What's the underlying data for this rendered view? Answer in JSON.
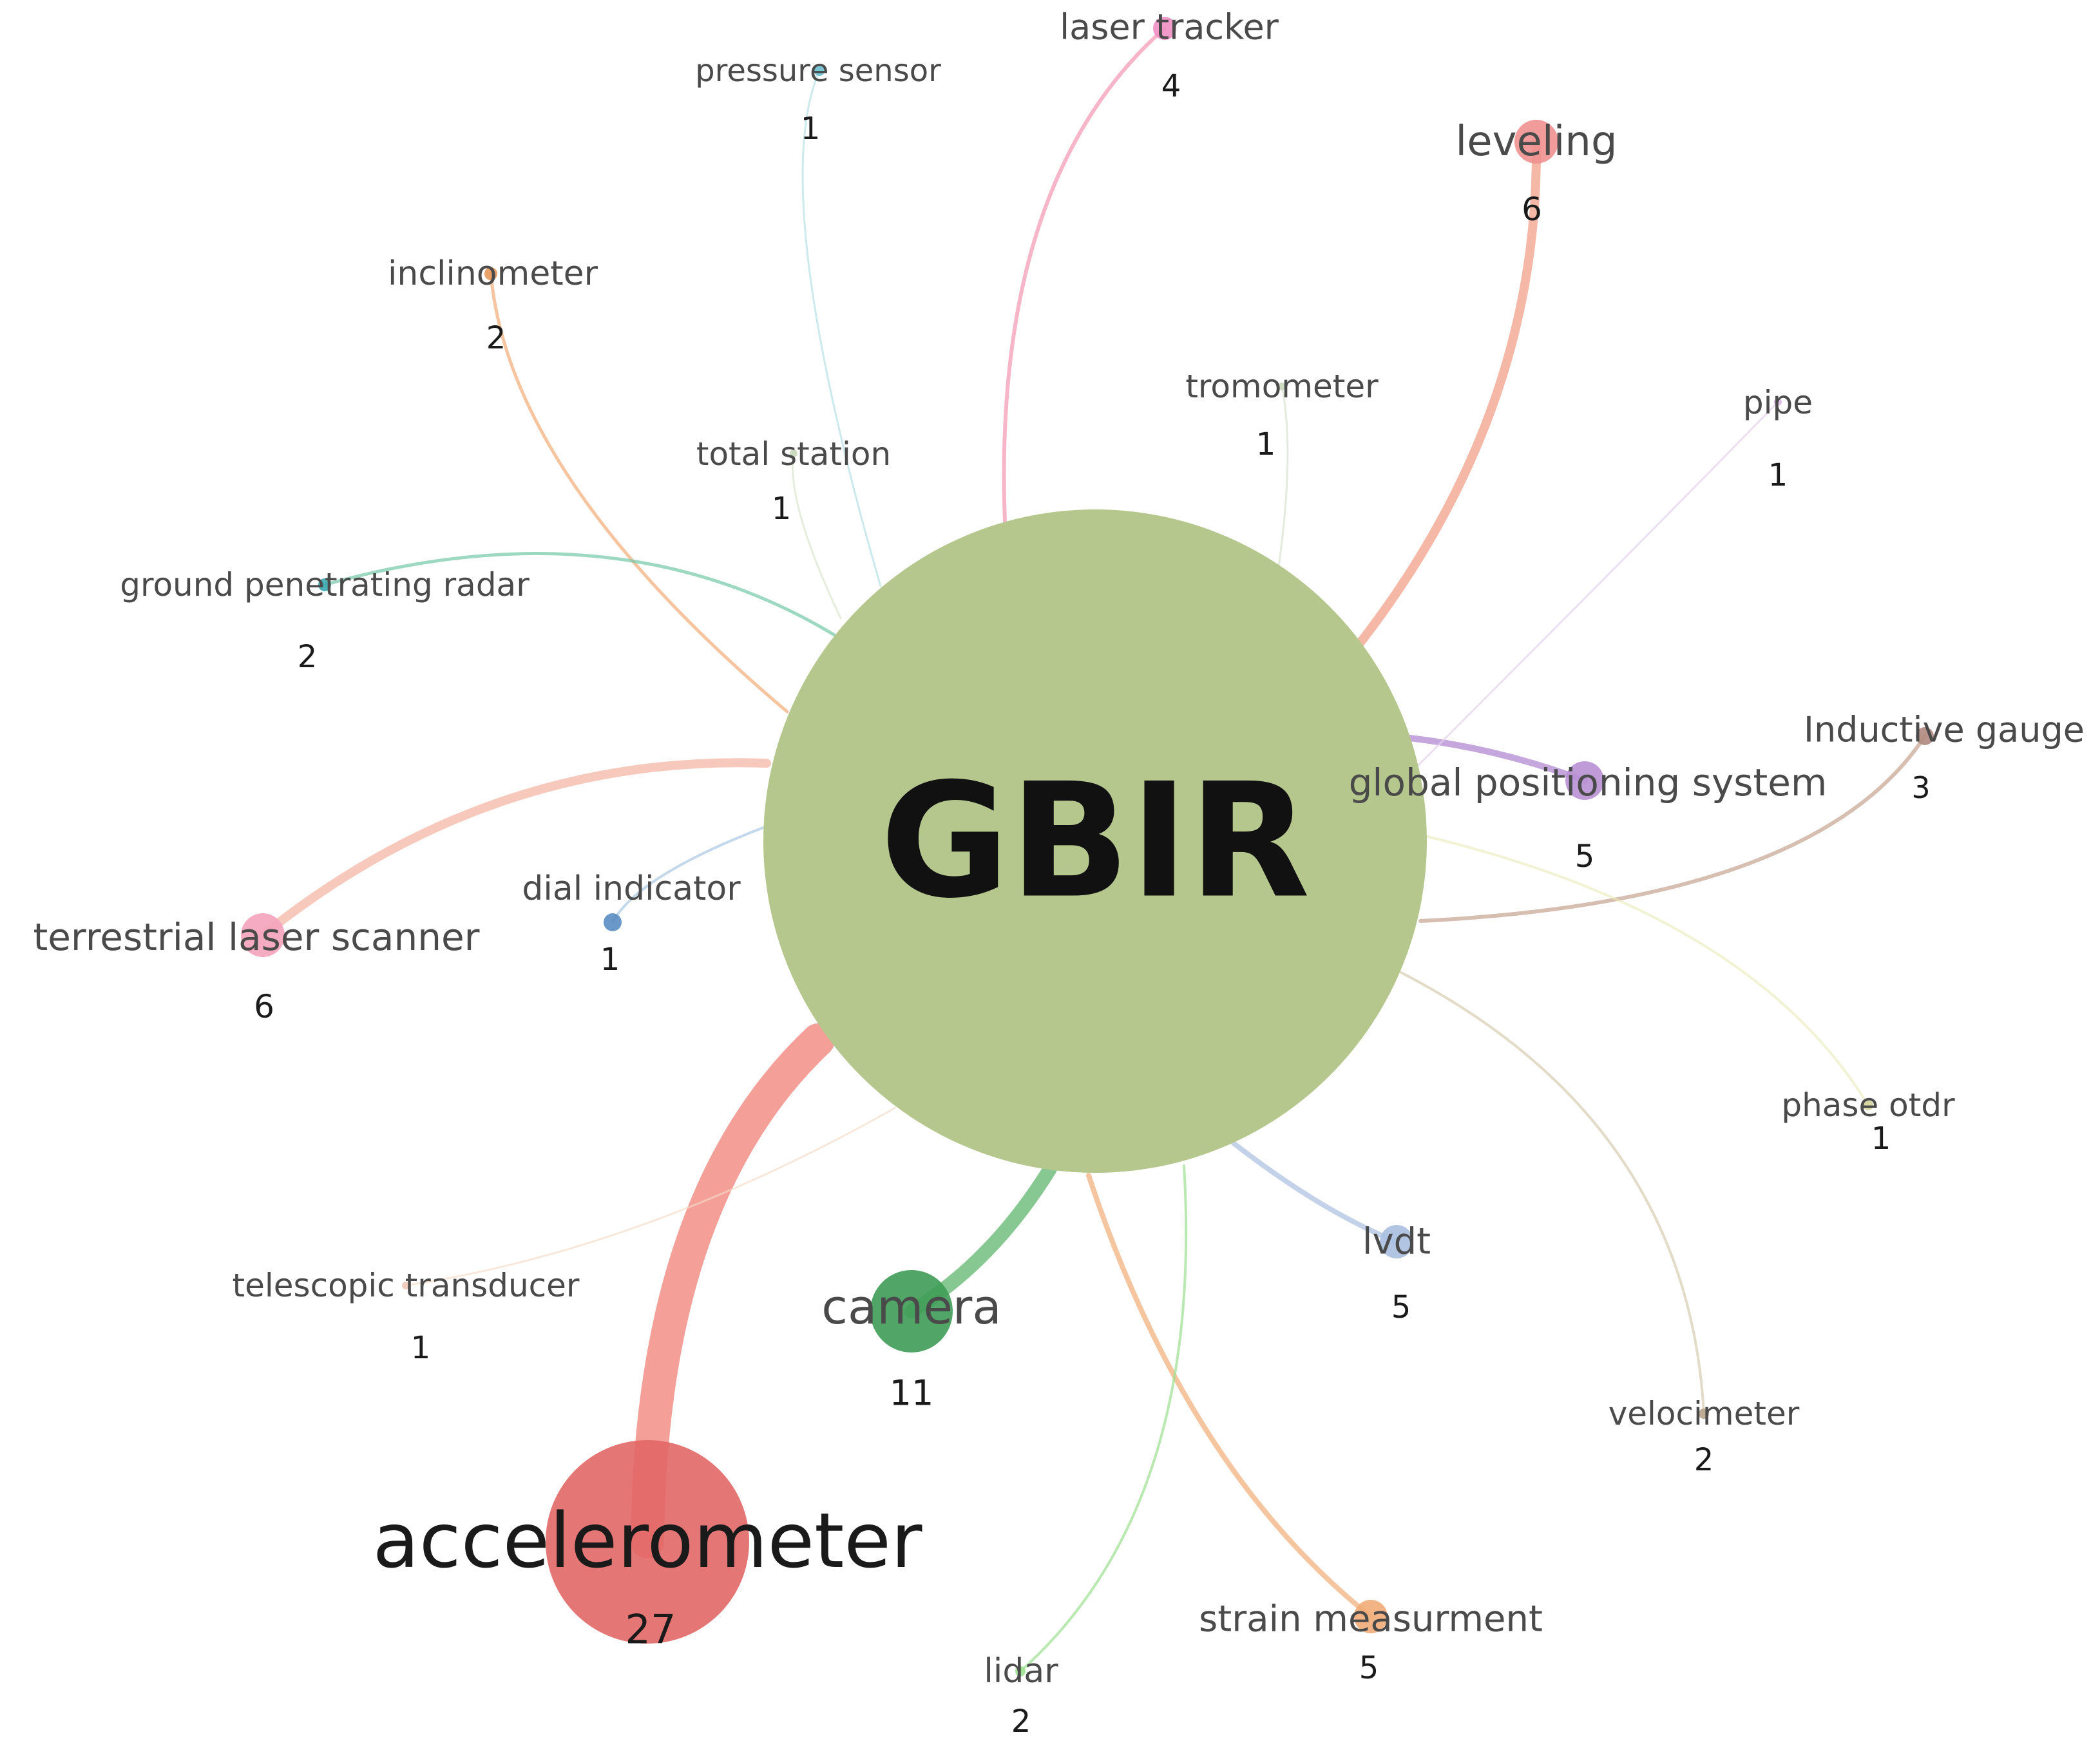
{
  "center": {
    "label": "GBIR",
    "color": "#b6c78d"
  },
  "nodes": [
    {
      "label": "accelerometer",
      "count": "27",
      "color": "#f07a70",
      "node_color": "#e26767",
      "icon": "circle-node"
    },
    {
      "label": "camera",
      "count": "11",
      "color": "#5fb56e",
      "node_color": "#3e9c56",
      "icon": "circle-node"
    },
    {
      "label": "leveling",
      "count": "6",
      "color": "#f2a08a",
      "node_color": "#f09090",
      "icon": "circle-node"
    },
    {
      "label": "terrestrial laser scanner",
      "count": "6",
      "color": "#f3b0a0",
      "node_color": "#f4a3bd",
      "icon": "circle-node"
    },
    {
      "label": "global positioning system",
      "count": "5",
      "color": "#b891d4",
      "node_color": "#b891d4",
      "icon": "circle-node"
    },
    {
      "label": "lvdt",
      "count": "5",
      "color": "#a9bfe0",
      "node_color": "#a9bfe0",
      "icon": "circle-node"
    },
    {
      "label": "strain measurment",
      "count": "5",
      "color": "#f1ac78",
      "node_color": "#f1ac78",
      "icon": "circle-node"
    },
    {
      "label": "laser tracker",
      "count": "4",
      "color": "#f49cb8",
      "node_color": "#ee8fc4",
      "icon": "circle-node"
    },
    {
      "label": "Inductive gauge",
      "count": "3",
      "color": "#c4a28e",
      "node_color": "#b08a80",
      "icon": "circle-node"
    },
    {
      "label": "inclinometer",
      "count": "2",
      "color": "#f3b07e",
      "node_color": "#e89858",
      "icon": "circle-node"
    },
    {
      "label": "ground penetrating radar",
      "count": "2",
      "color": "#74c7a8",
      "node_color": "#3aa8b0",
      "icon": "circle-node"
    },
    {
      "label": "velocimeter",
      "count": "2",
      "color": "#cfc3a4",
      "node_color": "#b8a58a",
      "icon": "circle-node"
    },
    {
      "label": "lidar",
      "count": "2",
      "color": "#9be08e",
      "node_color": "#9be08e",
      "icon": "circle-node"
    },
    {
      "label": "pressure sensor",
      "count": "1",
      "color": "#bfe3e6",
      "node_color": "#6bbfd0",
      "icon": "circle-node"
    },
    {
      "label": "tromometer",
      "count": "1",
      "color": "#d8e3cf",
      "node_color": "#c9d6bd",
      "icon": "circle-node"
    },
    {
      "label": "pipe",
      "count": "1",
      "color": "#e6d2ec",
      "node_color": "#d9b8e4",
      "icon": "circle-node"
    },
    {
      "label": "total station",
      "count": "1",
      "color": "#dbe6cf",
      "node_color": "#c8d8b8",
      "icon": "circle-node"
    },
    {
      "label": "dial indicator",
      "count": "1",
      "color": "#a9c8e2",
      "node_color": "#5a8dc2",
      "icon": "circle-node"
    },
    {
      "label": "phase otdr",
      "count": "1",
      "color": "#e9ebb8",
      "node_color": "#d0d29a",
      "icon": "circle-node"
    },
    {
      "label": "telescopic transducer",
      "count": "1",
      "color": "#f3dcc8",
      "node_color": "#f2c8b8",
      "icon": "circle-node"
    }
  ]
}
